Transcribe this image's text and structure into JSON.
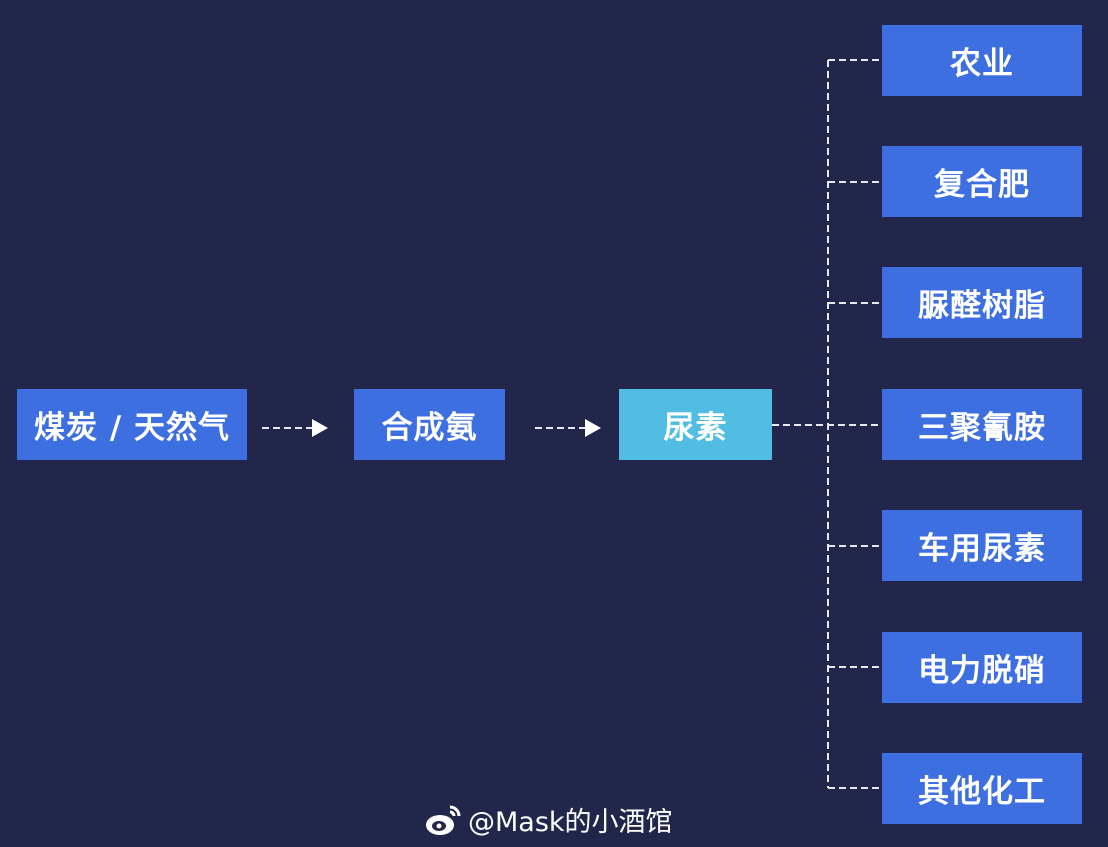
{
  "nodes": {
    "source": "煤炭 / 天然气",
    "ammonia": "合成氨",
    "urea": "尿素"
  },
  "applications": [
    "农业",
    "复合肥",
    "脲醛树脂",
    "三聚氰胺",
    "车用尿素",
    "电力脱硝",
    "其他化工"
  ],
  "watermark": "@Mask的小酒馆",
  "colors": {
    "background": "#22264a",
    "box": "#3d6fe0",
    "highlight": "#52bde3"
  }
}
